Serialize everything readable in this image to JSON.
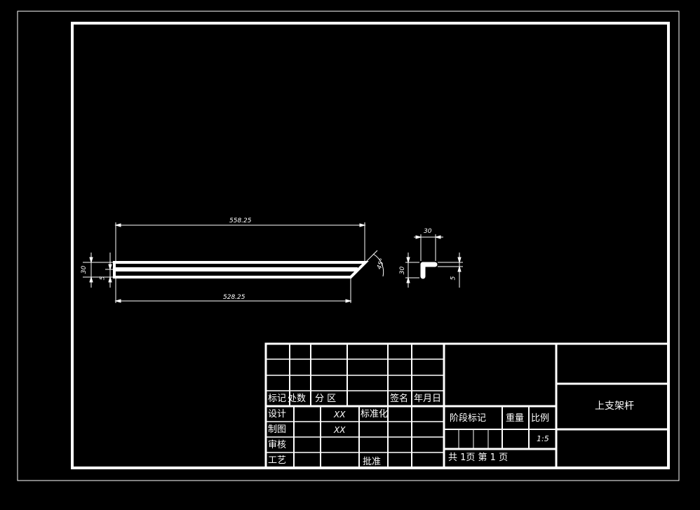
{
  "part_view": {
    "dim_top_length": "558.25",
    "dim_bottom_length": "528.25",
    "dim_height": "30",
    "dim_thickness": "5",
    "dim_angle": "45°"
  },
  "section_view": {
    "dim_width": "30",
    "dim_height": "30",
    "dim_thickness": "5"
  },
  "title_block": {
    "row_labels": {
      "mark": "标记",
      "count": "处数",
      "zone": "分 区",
      "signature": "签名",
      "date": "年月日"
    },
    "people_labels": {
      "design": "设计",
      "drafting": "制图",
      "review": "审核",
      "process": "工艺",
      "standardization": "标准化",
      "approval": "批准"
    },
    "names": {
      "design_name": "XX",
      "drafting_name": "XX"
    },
    "stage_mark": "阶段标记",
    "weight": "重量",
    "scale_label": "比例",
    "scale_value": "1:5",
    "sheets": "共 1页 第 1 页",
    "part_name": "上支架杆"
  }
}
